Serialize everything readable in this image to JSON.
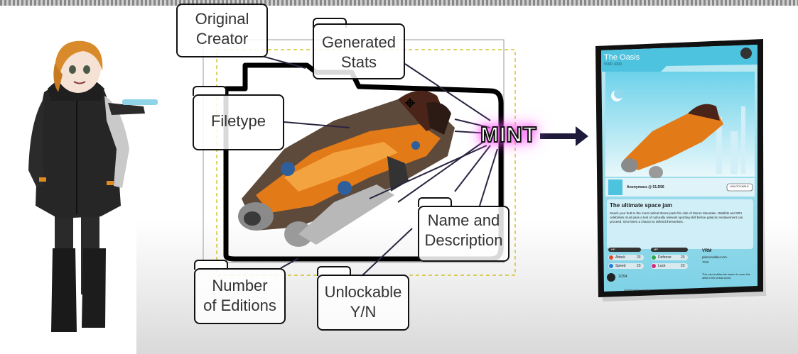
{
  "labels": {
    "original_creator": [
      "Original",
      "Creator"
    ],
    "generated_stats": [
      "Generated",
      "Stats"
    ],
    "filetype": "Filetype",
    "name_description": [
      "Name and",
      "Description"
    ],
    "number_editions": [
      "Number",
      "of Editions"
    ],
    "unlockable": [
      "Unlockable",
      "Y/N"
    ],
    "mint": "MINT"
  },
  "card": {
    "title": "The Oasis",
    "subtitle": "VOID 1000",
    "creator": "Anonymous @ 51.D56",
    "unlockable_badge": "UNLOCKABLE",
    "name": "The ultimate space jam",
    "description": "Snack your butt to the most radical theme park this side of Moron Mountain. Wabbits and 90's celebrities must pass a test of culturally relevant sporting skill before galactic enslavement can proceed. Give them a chance to defend themselves.",
    "stats": [
      {
        "name": "HP",
        "value": ""
      },
      {
        "name": "MP",
        "value": ""
      },
      {
        "name": "Attack",
        "value": "23"
      },
      {
        "name": "Defense",
        "value": "23"
      },
      {
        "name": "Speed",
        "value": "23"
      },
      {
        "name": "Luck",
        "value": "23"
      }
    ],
    "filetype": "VRM",
    "filename": "planeswalker.vrm",
    "filesize": "70 B",
    "edition": "1/254",
    "footer_note": "This card entitles the bearer to wear this artist in the virtual world.",
    "hash": "bafybeigxr63vzxwtpqhl..."
  },
  "colors": {
    "accent_glow": "#ff3df5",
    "card_blue": "#5ed0e8",
    "arrow": "#1e1b3a"
  }
}
